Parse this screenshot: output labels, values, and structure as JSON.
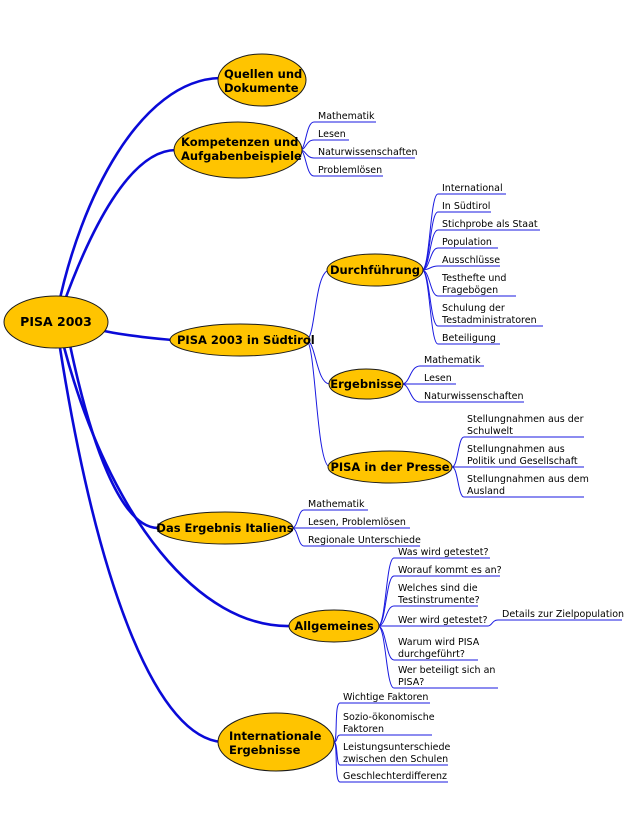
{
  "root": {
    "label": "PISA 2003"
  },
  "branches": {
    "quellen": {
      "label1": "Quellen und",
      "label2": "Dokumente"
    },
    "kompetenzen": {
      "label1": "Kompetenzen und",
      "label2": "Aufgabenbeispiele",
      "leaves": [
        "Mathematik",
        "Lesen",
        "Naturwissenschaften",
        "Problemlösen"
      ]
    },
    "suedtirol": {
      "label": "PISA 2003 in  Südtirol",
      "durchfuehrung": {
        "label": "Durchführung",
        "leaves": [
          "International",
          "In Südtirol",
          "Stichprobe als Staat",
          "Population",
          "Ausschlüsse",
          "Testhefte und",
          "Fragebögen",
          "Schulung der",
          "Testadministratoren",
          "Beteiligung"
        ]
      },
      "ergebnisse": {
        "label": "Ergebnisse",
        "leaves": [
          "Mathematik",
          "Lesen",
          "Naturwissenschaften"
        ]
      },
      "presse": {
        "label": "PISA in der Presse",
        "leaves": [
          "Stellungnahmen aus der",
          "Schulwelt",
          "Stellungnahmen aus",
          "Politik und Gesellschaft",
          "Stellungnahmen aus dem",
          "Ausland"
        ]
      }
    },
    "italien": {
      "label": "Das Ergebnis Italiens",
      "leaves": [
        "Mathematik",
        "Lesen, Problemlösen",
        "Regionale Unterschiede"
      ]
    },
    "allgemeines": {
      "label": "Allgemeines",
      "leaves": [
        "Was wird getestet?",
        "Worauf kommt es an?",
        "Welches sind die",
        "Testinstrumente?",
        "Wer wird getestet?",
        "Warum wird PISA",
        "durchgeführt?",
        "Wer beteiligt sich an",
        "PISA?"
      ],
      "sub": "Details zur Zielpopulation"
    },
    "international": {
      "label1": "Internationale",
      "label2": "Ergebnisse",
      "leaves": [
        "Wichtige Faktoren",
        "Sozio-ökonomische",
        "Faktoren",
        "Leistungsunterschiede",
        "zwischen den Schulen",
        "Geschlechterdifferenz"
      ]
    }
  },
  "colors": {
    "node_fill": "#FFC400",
    "link": "#0a0ad8",
    "node_stroke": "#1a1a1a"
  }
}
